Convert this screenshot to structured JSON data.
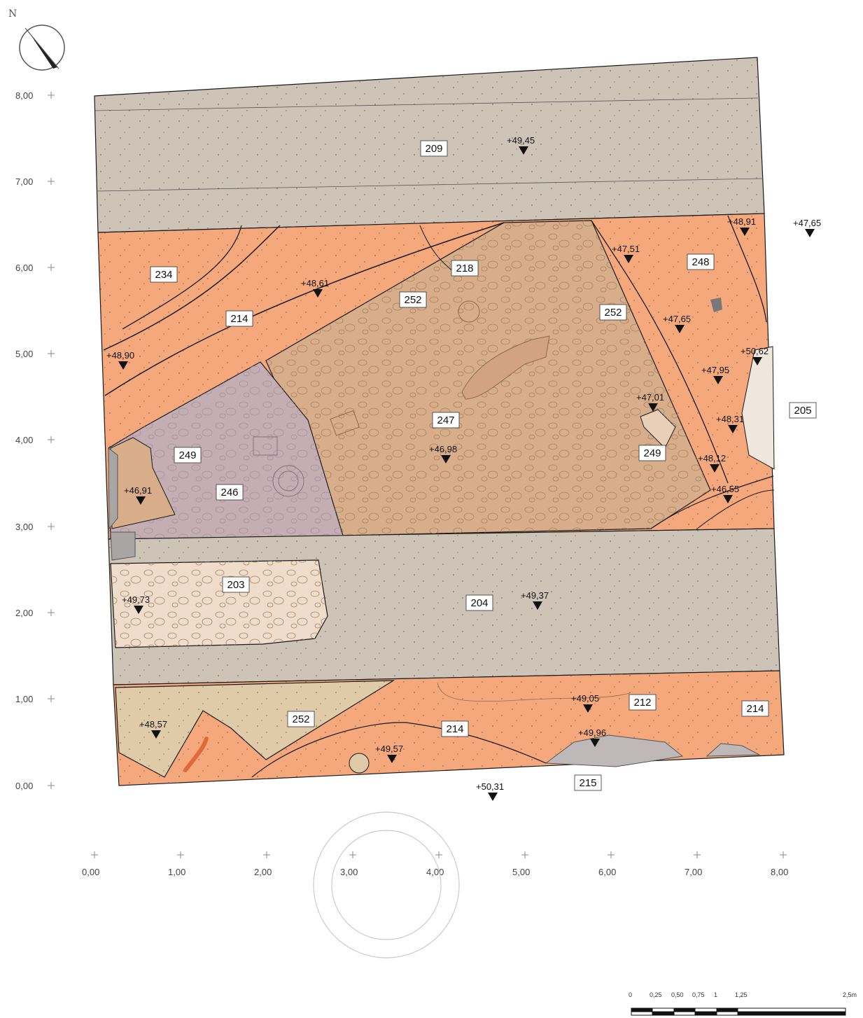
{
  "north_label": "N",
  "y_axis_labels": [
    "0,00",
    "1,00",
    "2,00",
    "3,00",
    "4,00",
    "5,00",
    "6,00",
    "7,00",
    "8,00"
  ],
  "x_axis_labels": [
    "0,00",
    "1,00",
    "2,00",
    "3,00",
    "4,00",
    "5,00",
    "6,00",
    "7,00",
    "8,00"
  ],
  "units": [
    "209",
    "234",
    "214",
    "218",
    "252",
    "252",
    "248",
    "247",
    "249",
    "249",
    "246",
    "205",
    "203",
    "204",
    "212",
    "214",
    "252",
    "214",
    "215"
  ],
  "elevations": [
    "+49,45",
    "+48,91",
    "+47,65",
    "+47,51",
    "+48,61",
    "+47,65",
    "+48,90",
    "+50,62",
    "+47,95",
    "+47,01",
    "+48,31",
    "+46,98",
    "+46,91",
    "+48,12",
    "+46,55",
    "+49,73",
    "+49,37",
    "+49,05",
    "+48,57",
    "+49,96",
    "+49,57",
    "+50,31"
  ],
  "scale_bar": {
    "labels": [
      "0",
      "0,25",
      "0,50",
      "0,75",
      "1",
      "1,25",
      "2,5m"
    ]
  },
  "colors": {
    "gray_layer": "#cdc3b7",
    "orange_layer": "#f4a87c",
    "brown_layer": "#d8ad8a",
    "mauve_layer": "#c4aeb4",
    "light_layer": "#efdccb",
    "tan_layer": "#e0cba9",
    "stone": "#bfb8b8",
    "outline": "#1a1a1a"
  }
}
